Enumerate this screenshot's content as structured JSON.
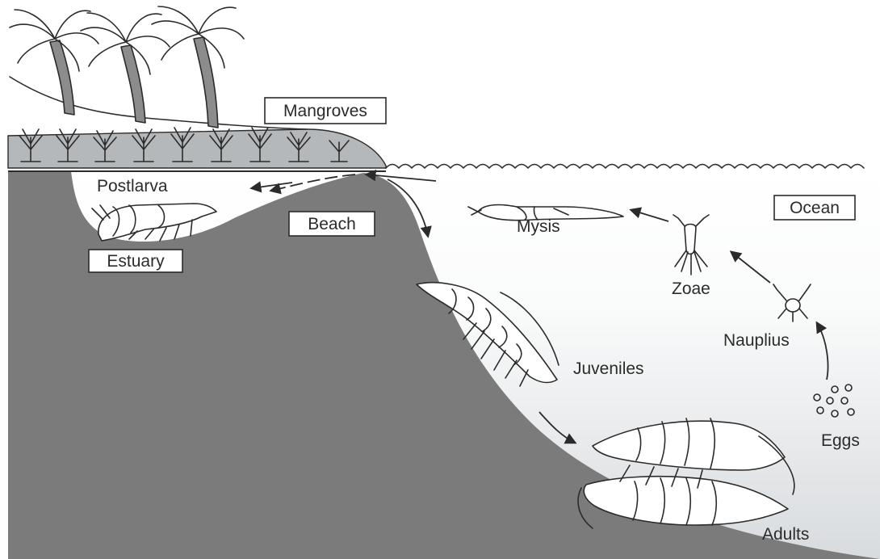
{
  "labels": {
    "mangroves": "Mangroves",
    "postlarva": "Postlarva",
    "estuary": "Estuary",
    "beach": "Beach",
    "mysis": "Mysis",
    "ocean": "Ocean",
    "zoae": "Zoae",
    "nauplius": "Nauplius",
    "juveniles": "Juveniles",
    "eggs": "Eggs",
    "adults": "Adults"
  },
  "colors": {
    "land": "#7b7b7b",
    "water_top": "#ffffff",
    "water_bottom": "#dcdfe2",
    "ink": "#2b2b2b",
    "shore": "#b5b8bb"
  }
}
